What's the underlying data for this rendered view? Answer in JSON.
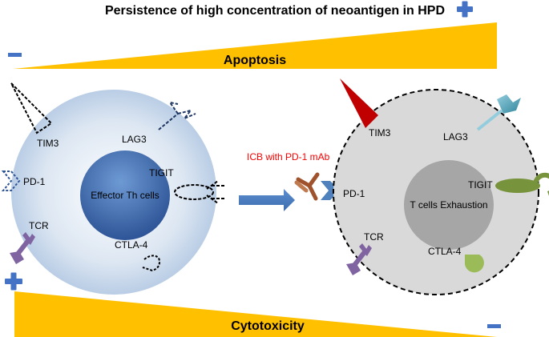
{
  "title": "Persistence of high concentration of neoantigen in HPD",
  "top_wedge": {
    "label": "Apoptosis",
    "left_sign": "−",
    "right_sign": "+",
    "color": "#FFC000"
  },
  "bottom_wedge": {
    "label": "Cytotoxicity",
    "left_sign": "+",
    "right_sign": "−",
    "color": "#FFC000"
  },
  "left_cell": {
    "nucleus_label": "Effector Th cells",
    "receptors": {
      "tim3": "TIM3",
      "lag3": "LAG3",
      "pd1": "PD-1",
      "tigit": "TIGIT",
      "tcr": "TCR",
      "ctla4": "CTLA-4"
    }
  },
  "treatment": {
    "label": "ICB with PD-1 mAb",
    "color": "#FF0000"
  },
  "right_cell": {
    "nucleus_label": "T cells Exhaustion",
    "receptors": {
      "tim3": "TIM3",
      "lag3": "LAG3",
      "pd1": "PD-1",
      "tigit": "TIGIT",
      "tcr": "TCR",
      "ctla4": "CTLA-4"
    }
  },
  "colors": {
    "sign_blue": "#4472C4",
    "tcr_purple": "#8064A2",
    "tim3_red": "#C00000",
    "lag3_cyan": "#4BACC6",
    "tigit_green": "#77933C",
    "antibody_brown": "#A0522D",
    "arrow_blue": "#4F81BD"
  }
}
